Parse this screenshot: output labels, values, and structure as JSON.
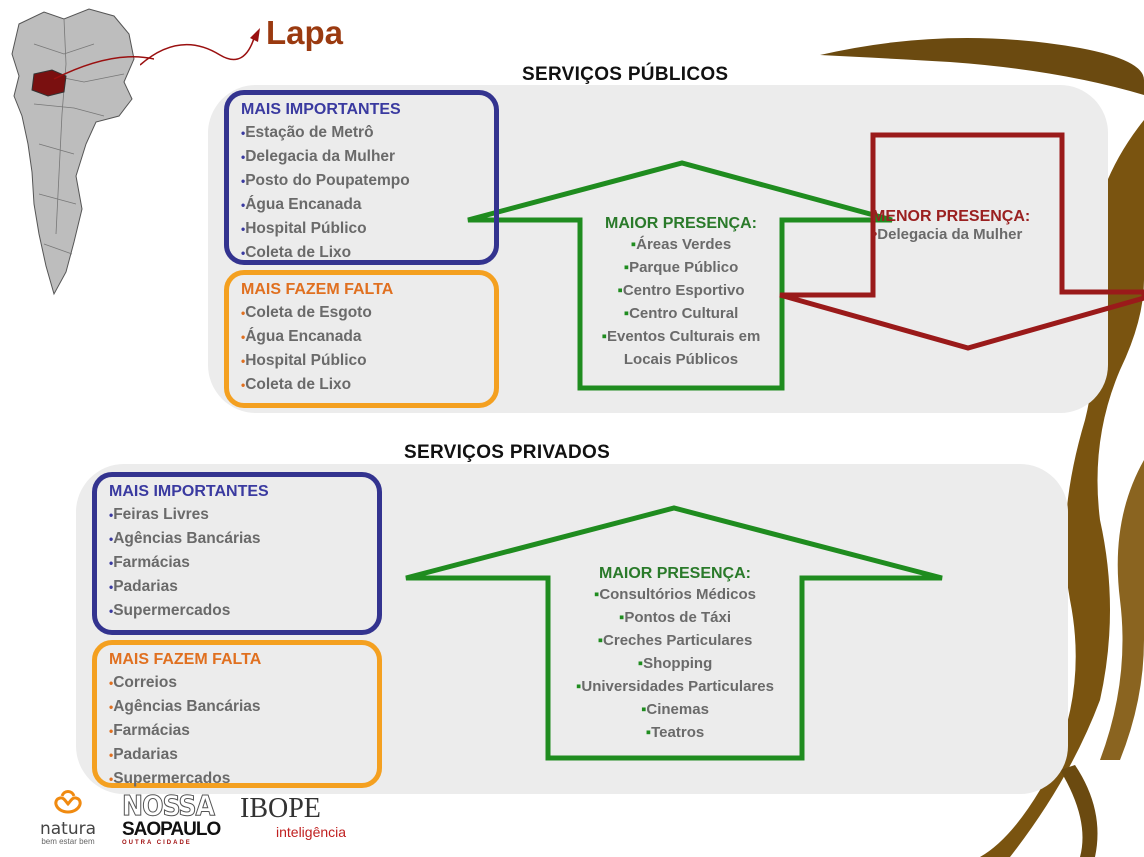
{
  "location": "Lapa",
  "public": {
    "title": "SERVIÇOS PÚBLICOS",
    "important": {
      "title": "MAIS IMPORTANTES",
      "items": [
        "Estação de Metrô",
        "Delegacia da Mulher",
        "Posto do Poupatempo",
        "Água Encanada",
        "Hospital Público",
        "Coleta de Lixo"
      ]
    },
    "missing": {
      "title": "MAIS FAZEM FALTA",
      "items": [
        "Coleta de Esgoto",
        "Água Encanada",
        "Hospital Público",
        "Coleta de Lixo"
      ]
    },
    "presence_more": {
      "title": "MAIOR PRESENÇA:",
      "items": [
        "Áreas Verdes",
        "Parque Público",
        "Centro Esportivo",
        "Centro Cultural",
        "Eventos Culturais em",
        "Locais Públicos"
      ]
    },
    "presence_less": {
      "title": "MENOR PRESENÇA:",
      "items": [
        "Delegacia da Mulher"
      ]
    }
  },
  "private": {
    "title": "SERVIÇOS PRIVADOS",
    "important": {
      "title": "MAIS IMPORTANTES",
      "items": [
        "Feiras Livres",
        "Agências Bancárias",
        "Farmácias",
        "Padarias",
        "Supermercados"
      ]
    },
    "missing": {
      "title": "MAIS FAZEM FALTA",
      "items": [
        "Correios",
        "Agências Bancárias",
        "Farmácias",
        "Padarias",
        "Supermercados"
      ]
    },
    "presence_more": {
      "title": "MAIOR PRESENÇA:",
      "items": [
        "Consultórios Médicos",
        "Pontos de Táxi",
        "Creches Particulares",
        "Shopping",
        "Universidades Particulares",
        "Cinemas",
        "Teatros"
      ]
    }
  },
  "logos": {
    "natura": "natura",
    "natura_tagline": "bem estar bem",
    "nossa": "NOSSA",
    "saopaulo": "SAOPAULO",
    "saopaulo_tag": "OUTRA CIDADE",
    "ibope": "IBOPE",
    "ibope_sub": "inteligência"
  },
  "colors": {
    "blue": "#33338f",
    "orange": "#f4a020",
    "green": "#1f8c1f",
    "red": "#9a1a1a",
    "brown": "#6b4a10",
    "panel": "#ececec"
  }
}
